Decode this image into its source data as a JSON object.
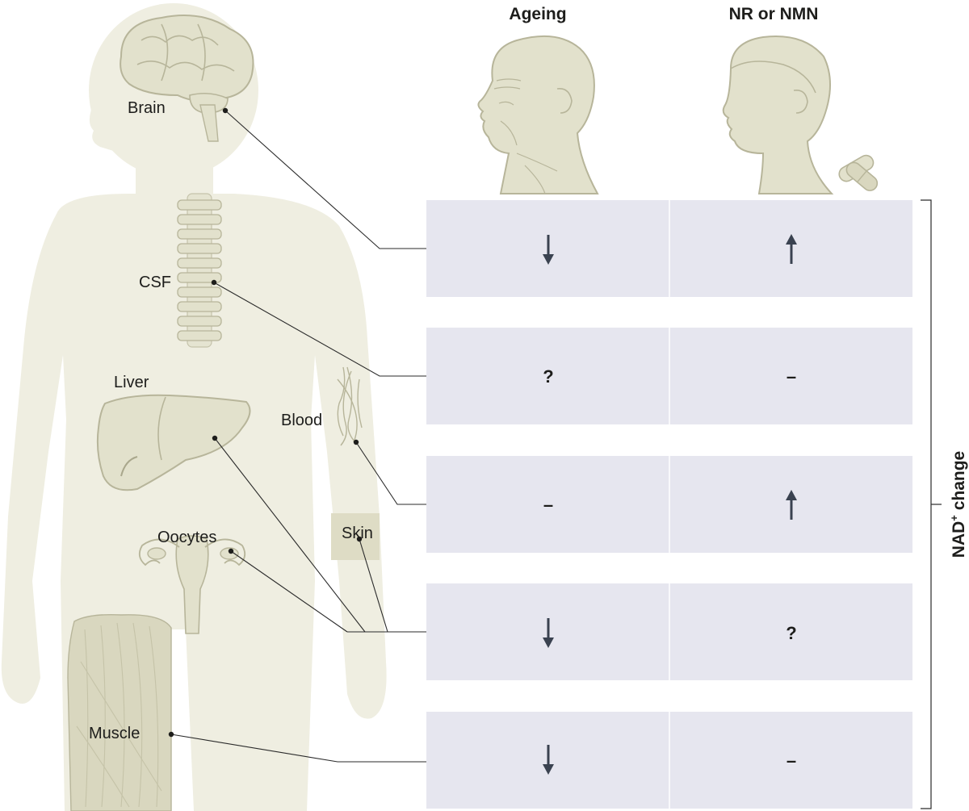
{
  "columns": {
    "ageing": "Ageing",
    "supplement": "NR or NMN"
  },
  "side_label": {
    "main": "NAD",
    "superscript": "+",
    "rest": " change"
  },
  "tissues": [
    {
      "name": "Brain",
      "ageing": "down",
      "supplement": "up"
    },
    {
      "name": "CSF",
      "ageing": "?",
      "supplement": "–"
    },
    {
      "name": "Blood",
      "ageing": "–",
      "supplement": "up"
    },
    {
      "name": "Liver",
      "ageing": "down",
      "supplement": "?"
    },
    {
      "name": "Oocytes",
      "ageing": "down",
      "supplement": "?"
    },
    {
      "name": "Skin",
      "ageing": "down",
      "supplement": "?"
    },
    {
      "name": "Muscle",
      "ageing": "down",
      "supplement": "–"
    }
  ],
  "colors": {
    "body": "#efeee1",
    "organ": "#e2e1cc",
    "organ_stroke": "#b7b59a",
    "row_bg": "#e6e6ef",
    "arrow": "#3a4250"
  }
}
